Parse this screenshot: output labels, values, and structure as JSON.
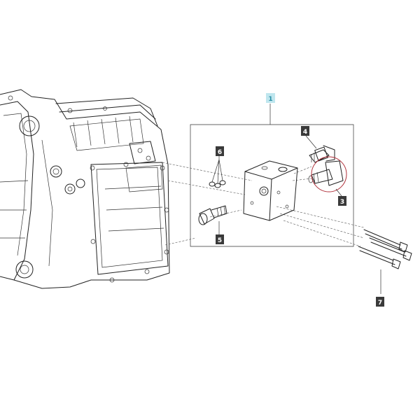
{
  "callouts": [
    {
      "id": "1",
      "label": "1",
      "style": "highlight"
    },
    {
      "id": "3",
      "label": "3",
      "style": "dark"
    },
    {
      "id": "4",
      "label": "4",
      "style": "dark"
    },
    {
      "id": "5",
      "label": "5",
      "style": "dark"
    },
    {
      "id": "6",
      "label": "6",
      "style": "dark"
    },
    {
      "id": "7",
      "label": "7",
      "style": "dark"
    }
  ],
  "colors": {
    "highlight_fill": "#bfe6ee",
    "highlight_text": "#2a8fa6",
    "dark_fill": "#3a3a3a",
    "dark_text": "#ffffff",
    "line": "#222222",
    "circle_mark": "#b0303a"
  }
}
